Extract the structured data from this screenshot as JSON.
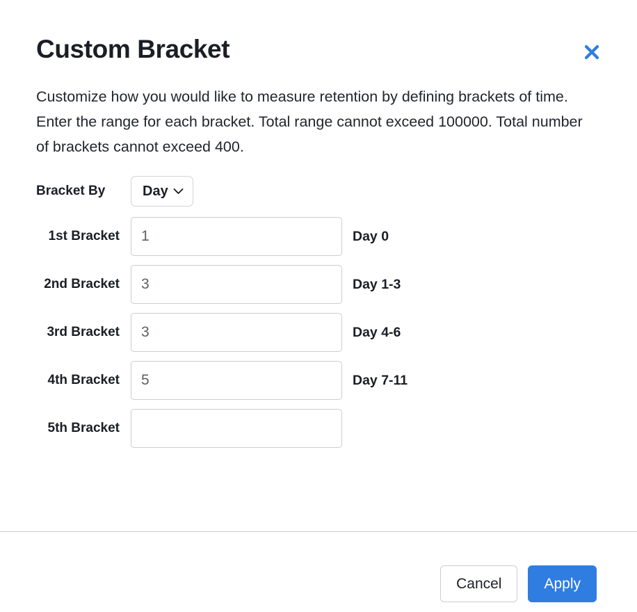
{
  "dialog": {
    "title": "Custom Bracket",
    "close_icon": "close-icon",
    "description": "Customize how you would like to measure retention by defining brackets of time. Enter the range for each bracket. Total range cannot exceed 100000. Total number of brackets cannot exceed 400.",
    "accent_color": "#2f7de1",
    "border_color": "#c9ccd1"
  },
  "bracket_by": {
    "label": "Bracket By",
    "selected": "Day",
    "chevron_icon": "chevron-down-icon",
    "options": [
      "Day"
    ]
  },
  "brackets": [
    {
      "label": "1st Bracket",
      "value": "1",
      "placeholder": "",
      "range": "Day 0"
    },
    {
      "label": "2nd Bracket",
      "value": "3",
      "placeholder": "",
      "range": "Day 1-3"
    },
    {
      "label": "3rd Bracket",
      "value": "3",
      "placeholder": "",
      "range": "Day 4-6"
    },
    {
      "label": "4th Bracket",
      "value": "5",
      "placeholder": "",
      "range": "Day 7-11"
    },
    {
      "label": "5th Bracket",
      "value": "",
      "placeholder": "",
      "range": ""
    }
  ],
  "footer": {
    "cancel_label": "Cancel",
    "apply_label": "Apply"
  }
}
